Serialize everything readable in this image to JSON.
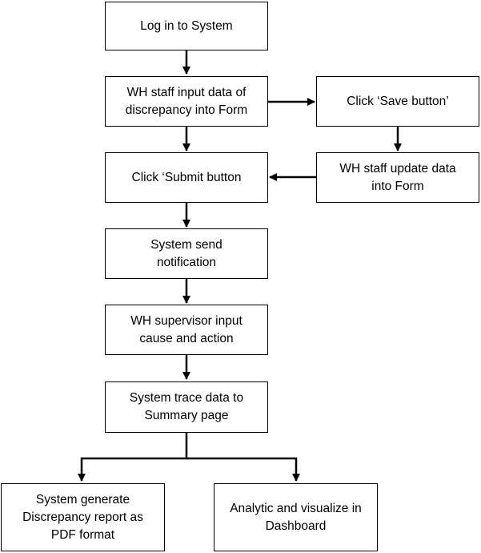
{
  "diagram": {
    "nodes": {
      "login": "Log in to System",
      "input_form": "WH staff input data of\ndiscrepancy into Form",
      "save": "Click ‘Save button’",
      "update_form": "WH staff update data\ninto Form",
      "submit": "Click ‘Submit button",
      "notify": "System send\nnotification",
      "supervisor": "WH supervisor input\ncause and action",
      "trace": "System trace data to\nSummary page",
      "report": "System generate\nDiscrepancy report as\nPDF format",
      "dashboard": "Analytic and visualize in\nDashboard"
    },
    "edges": [
      {
        "from": "login",
        "to": "input_form"
      },
      {
        "from": "input_form",
        "to": "save"
      },
      {
        "from": "save",
        "to": "update_form"
      },
      {
        "from": "input_form",
        "to": "submit"
      },
      {
        "from": "update_form",
        "to": "submit"
      },
      {
        "from": "submit",
        "to": "notify"
      },
      {
        "from": "notify",
        "to": "supervisor"
      },
      {
        "from": "supervisor",
        "to": "trace"
      },
      {
        "from": "trace",
        "to": "report"
      },
      {
        "from": "trace",
        "to": "dashboard"
      }
    ]
  }
}
